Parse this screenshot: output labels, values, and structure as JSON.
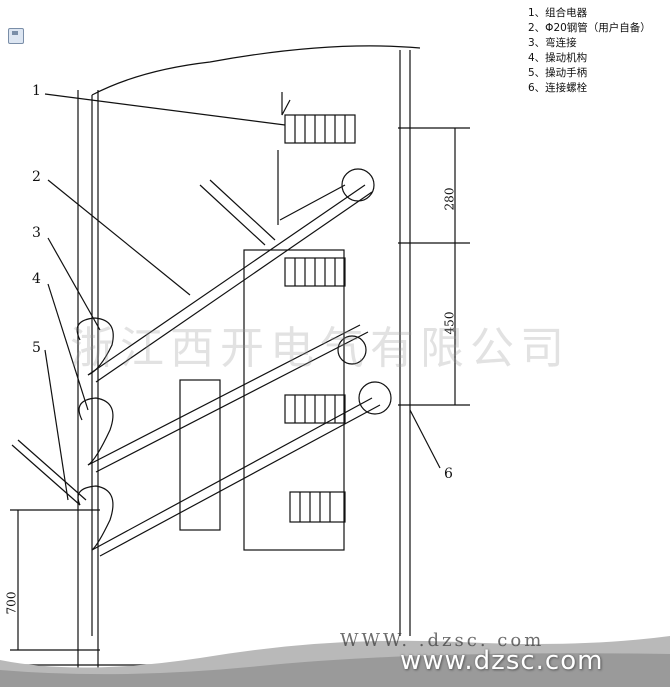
{
  "toolbar": {
    "save_icon": "save-icon"
  },
  "legend": [
    "1、组合电器",
    "2、Φ20钢管（用户自备）",
    "3、弯连接",
    "4、操动机构",
    "5、操动手柄",
    "6、连接螺栓"
  ],
  "callouts": [
    "1",
    "2",
    "3",
    "4",
    "5",
    "6"
  ],
  "dimensions": {
    "d280": "280",
    "d450": "450",
    "d700": "700"
  },
  "watermark": "浙江西开电气有限公司",
  "banner": {
    "url": "www.dzsc.com",
    "ghost": "WWW. .dzsc. com"
  }
}
